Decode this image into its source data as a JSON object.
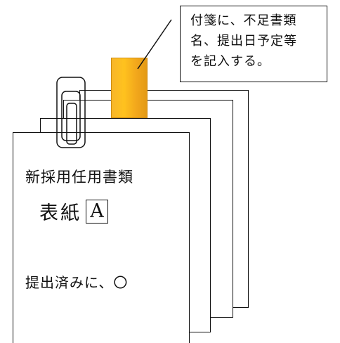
{
  "callout": {
    "lines": [
      "付箋に、不足書類",
      "名、提出日予定等",
      "を記入する。"
    ]
  },
  "cover": {
    "title": "新採用任用書類",
    "label": "表紙",
    "letter": "A",
    "note": "提出済みに、〇"
  },
  "colors": {
    "tag": "#ffc21e",
    "outline": "#111111"
  }
}
